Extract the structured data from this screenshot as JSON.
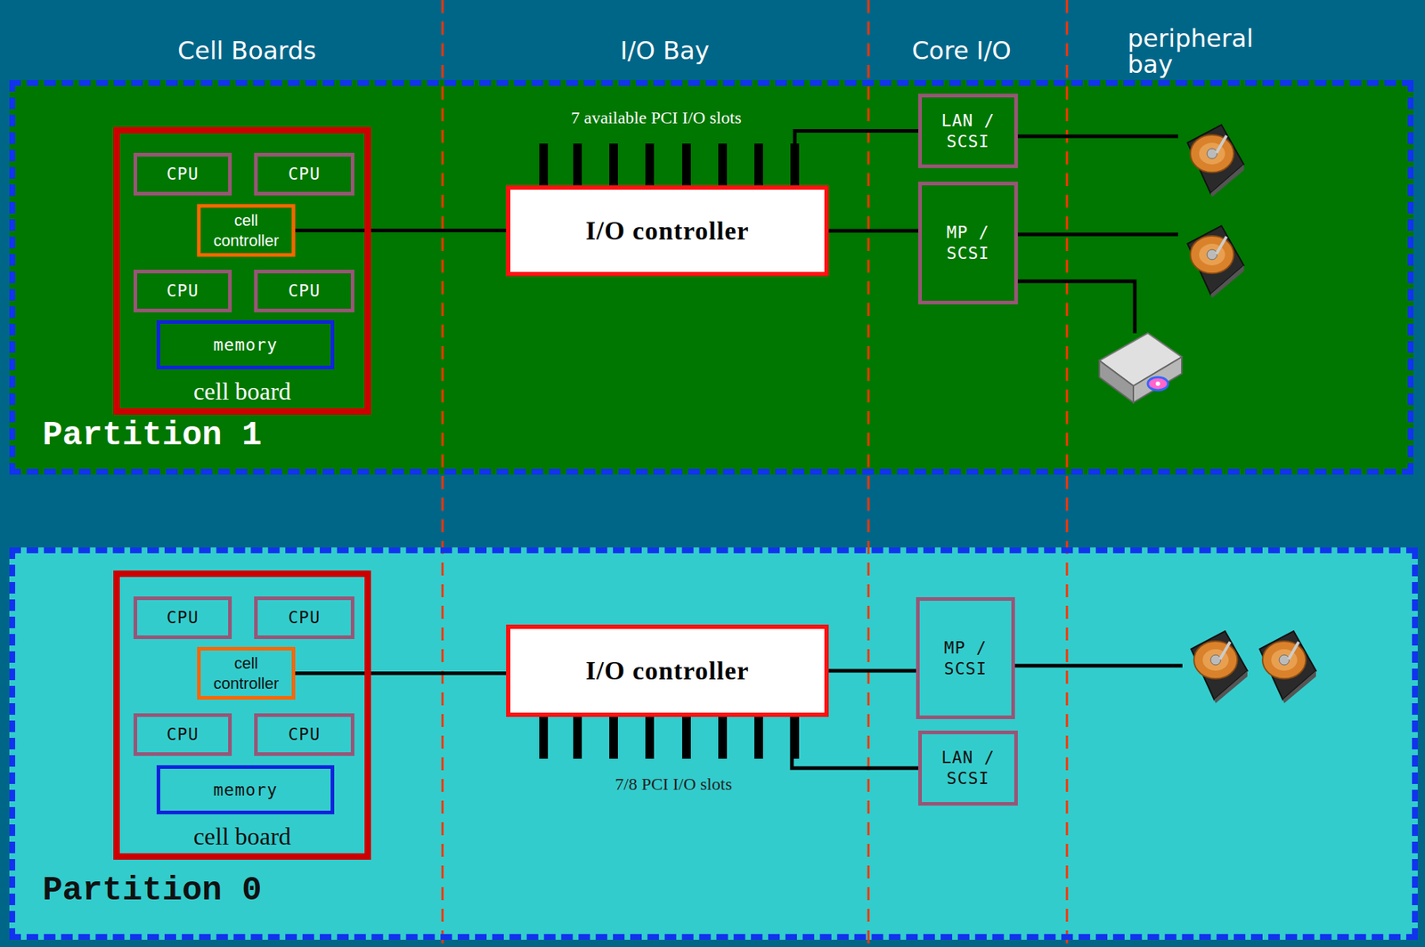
{
  "diagram": {
    "nodes": [
      {
        "text": [
          "Partition 1"
        ]
      },
      {
        "text": [
          "cell board"
        ],
        "in": 0
      },
      {
        "text": [
          "CPU"
        ],
        "in": 1
      },
      {
        "text": [
          "CPU"
        ],
        "in": 1
      },
      {
        "text": [
          "cell controller"
        ],
        "in": 1
      },
      {
        "text": [
          "CPU"
        ],
        "in": 1
      },
      {
        "text": [
          "CPU"
        ],
        "in": 1
      },
      {
        "text": [
          "memory"
        ],
        "in": 1
      },
      {
        "text": [
          "I/O controller"
        ],
        "in": 0
      },
      {
        "text": [
          "LAN / SCSI"
        ],
        "in": 0
      },
      {
        "text": [
          "MP / SCSI"
        ],
        "in": 0
      },
      {
        "text": [
          "Partition 0"
        ]
      },
      {
        "text": [
          "cell board"
        ],
        "in": 11
      },
      {
        "text": [
          "CPU"
        ],
        "in": 12
      },
      {
        "text": [
          "CPU"
        ],
        "in": 12
      },
      {
        "text": [
          "cell controller"
        ],
        "in": 12
      },
      {
        "text": [
          "CPU"
        ],
        "in": 12
      },
      {
        "text": [
          "CPU"
        ],
        "in": 12
      },
      {
        "text": [
          "memory"
        ],
        "in": 12
      },
      {
        "text": [
          "I/O controller"
        ],
        "in": 11
      },
      {
        "text": [
          "MP / SCSI"
        ],
        "in": 11
      },
      {
        "text": [
          "LAN / SCSI"
        ],
        "in": 11
      }
    ],
    "edges": [
      {
        "from": 4,
        "to": 8,
        "arrow": "none"
      },
      {
        "from": 8,
        "to": 9,
        "arrow": "none"
      },
      {
        "from": 8,
        "to": 10,
        "arrow": "none"
      },
      {
        "from": 15,
        "to": 19,
        "arrow": "none"
      },
      {
        "from": 19,
        "to": 20,
        "arrow": "none"
      },
      {
        "from": 19,
        "to": 21,
        "arrow": "none"
      }
    ],
    "labels": [
      "Cell Boards",
      "I/O Bay",
      "Core I/O",
      "peripheral bay",
      "7 available PCI I/O slots",
      "7/8 PCI I/O slots"
    ]
  }
}
